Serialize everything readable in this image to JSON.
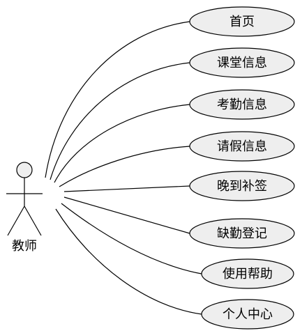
{
  "actor": {
    "label": "教师"
  },
  "use_cases": [
    {
      "label": "首页"
    },
    {
      "label": "课堂信息"
    },
    {
      "label": "考勤信息"
    },
    {
      "label": "请假信息"
    },
    {
      "label": "晚到补签"
    },
    {
      "label": "缺勤登记"
    },
    {
      "label": "使用帮助"
    },
    {
      "label": "个人中心"
    }
  ]
}
